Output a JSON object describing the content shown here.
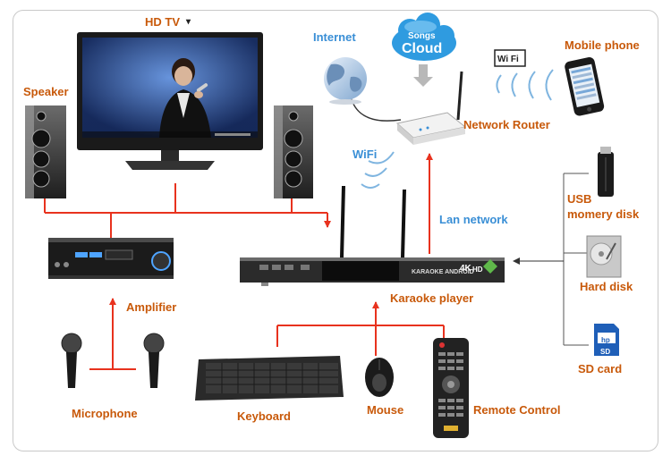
{
  "labels": {
    "hd_tv": "HD TV",
    "speaker": "Speaker",
    "internet": "Internet",
    "cloud_top": "Songs",
    "cloud_main": "Cloud",
    "wifi_sticker": "Wi Fi",
    "mobile_phone": "Mobile phone",
    "network_router": "Network Router",
    "wifi": "WiFi",
    "lan_network": "Lan network",
    "usb_line1": "USB",
    "usb_line2": "momery disk",
    "hard_disk": "Hard disk",
    "sd_card": "SD card",
    "amplifier": "Amplifier",
    "karaoke_player": "Karaoke player",
    "microphone": "Microphone",
    "keyboard": "Keyboard",
    "mouse": "Mouse",
    "remote_control": "Remote Control",
    "player_brand": "KARAOKE ANDROID",
    "player_4k": "4K",
    "player_hd": "HD",
    "sd_logo": "SD",
    "sd_brand": "hp"
  },
  "colors": {
    "label_orange": "#c8590a",
    "label_blue": "#3a8fd6",
    "red_line": "#e8321e",
    "gray_line": "#555555",
    "frame": "#c9c9c9",
    "cloud": "#2f9be0"
  }
}
